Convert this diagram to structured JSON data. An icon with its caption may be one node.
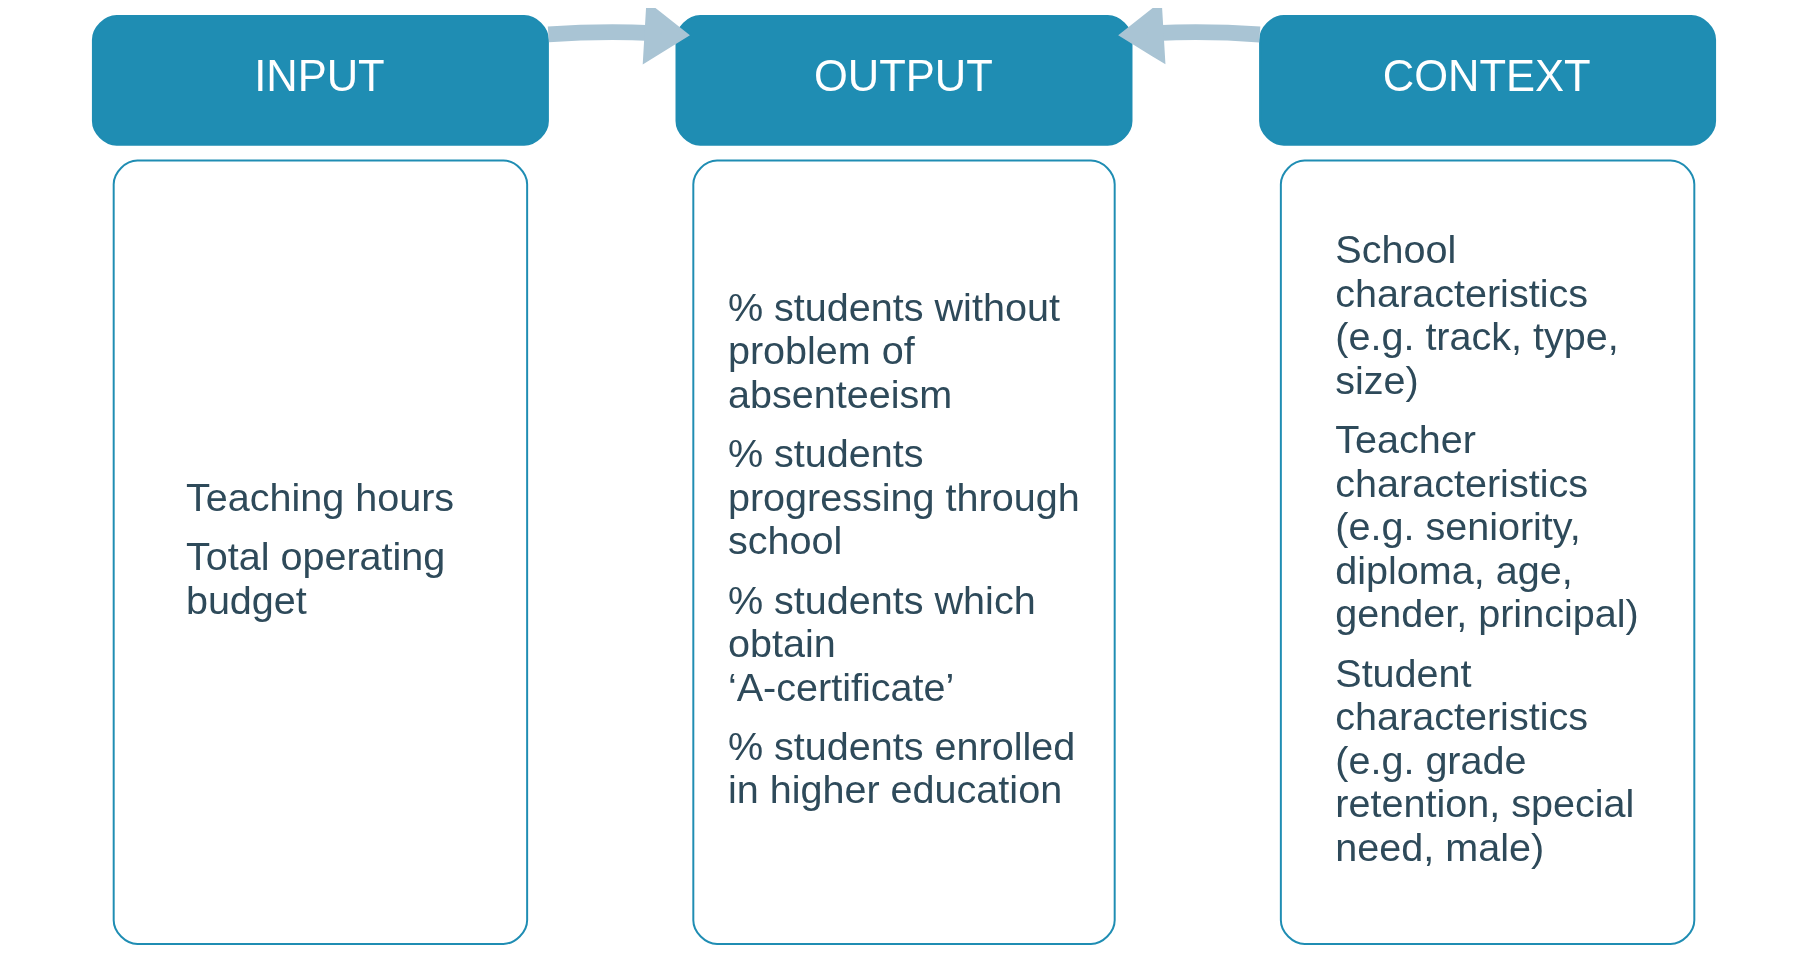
{
  "diagram": {
    "nodes": [
      {
        "text": [
          "INPUT"
        ]
      },
      {
        "text": [
          "Teaching hours",
          "Total operating budget"
        ]
      },
      {
        "text": [
          "OUTPUT"
        ]
      },
      {
        "text": [
          "% students without problem of absenteeism",
          "% students progressing through school",
          "% students which obtain ‘A-certificate’",
          "% students enrolled in higher education"
        ]
      },
      {
        "text": [
          "CONTEXT"
        ]
      },
      {
        "text": [
          "School characteristics (e.g. track, type, size)",
          "Teacher characteristics (e.g. seniority, diploma, age, gender, principal)",
          "Student characteristics (e.g. grade retention, special need, male)"
        ]
      }
    ],
    "edges": [
      {
        "from": 0,
        "to": 2,
        "arrow": "to"
      },
      {
        "from": 4,
        "to": 2,
        "arrow": "to"
      }
    ]
  }
}
